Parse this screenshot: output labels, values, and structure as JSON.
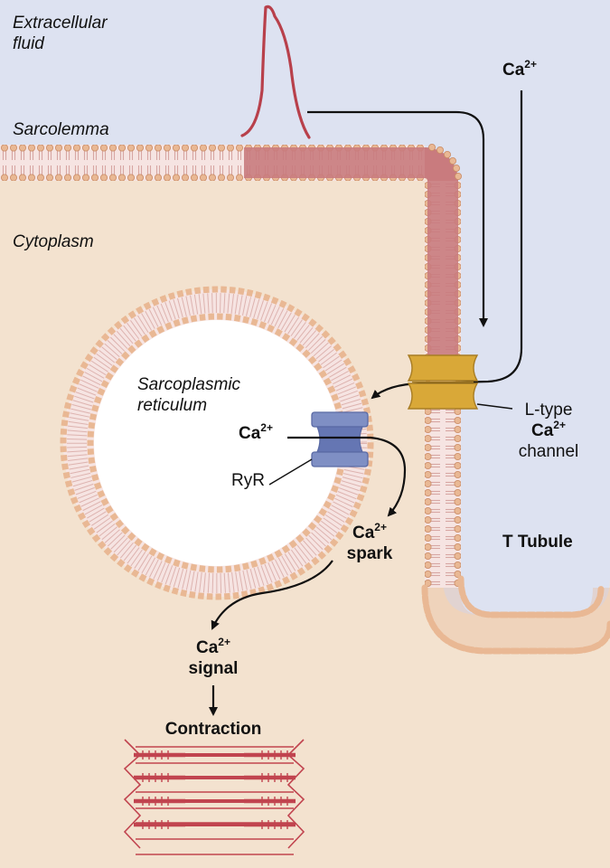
{
  "regions": {
    "extracellular_line1": "Extracellular",
    "extracellular_line2": "fluid",
    "sarcolemma": "Sarcolemma",
    "cytoplasm": "Cytoplasm",
    "sr_line1": "Sarcoplasmic",
    "sr_line2": "reticulum",
    "t_tubule": "T Tubule"
  },
  "ion": {
    "base": "Ca",
    "charge": "2+"
  },
  "labels": {
    "ltype_line1": "L-type",
    "ltype_line3": "channel",
    "ryr": "RyR",
    "spark_word": "spark",
    "signal_word": "signal",
    "contraction": "Contraction"
  },
  "colors": {
    "extracellular": "#dde2f1",
    "cytoplasm": "#f3e2cf",
    "membrane_head": "#e9b894",
    "membrane_depolarized": "#c97b7e",
    "action_potential": "#b8404b",
    "ltype_channel": "#d9a838",
    "ryr_channel": "#7f8fc4",
    "sarcomere": "#c1444f",
    "arrow": "#111111"
  },
  "icons": [
    "action-potential-trace",
    "l-type-channel-icon",
    "ryr-channel-icon",
    "sarcomere-icon"
  ]
}
